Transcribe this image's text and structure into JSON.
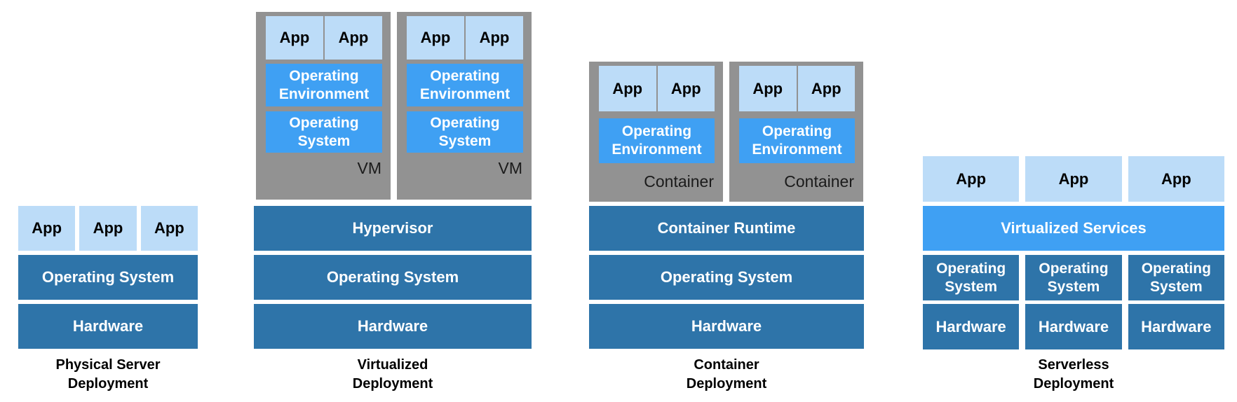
{
  "colors": {
    "light_blue": "#BCDCF8",
    "mid_blue": "#3FA0F3",
    "dark_blue": "#2E74A9",
    "gray": "#929292",
    "caption_text": "#000000",
    "box_label_text": "#1B1B1B"
  },
  "physical": {
    "apps": [
      "App",
      "App",
      "App"
    ],
    "os": "Operating System",
    "hardware": "Hardware",
    "caption": [
      "Physical Server",
      "Deployment"
    ]
  },
  "virtualized": {
    "vms": [
      {
        "apps": [
          "App",
          "App"
        ],
        "env": "Operating Environment",
        "os": "Operating System",
        "label": "VM"
      },
      {
        "apps": [
          "App",
          "App"
        ],
        "env": "Operating Environment",
        "os": "Operating System",
        "label": "VM"
      }
    ],
    "hypervisor": "Hypervisor",
    "os": "Operating System",
    "hardware": "Hardware",
    "caption": [
      "Virtualized",
      "Deployment"
    ]
  },
  "container": {
    "containers": [
      {
        "apps": [
          "App",
          "App"
        ],
        "env": "Operating Environment",
        "label": "Container"
      },
      {
        "apps": [
          "App",
          "App"
        ],
        "env": "Operating Environment",
        "label": "Container"
      }
    ],
    "runtime": "Container Runtime",
    "os": "Operating System",
    "hardware": "Hardware",
    "caption": [
      "Container",
      "Deployment"
    ]
  },
  "serverless": {
    "apps": [
      "App",
      "App",
      "App"
    ],
    "services": "Virtualized Services",
    "stacks": [
      {
        "os": "Operating System",
        "hardware": "Hardware"
      },
      {
        "os": "Operating System",
        "hardware": "Hardware"
      },
      {
        "os": "Operating System",
        "hardware": "Hardware"
      }
    ],
    "caption": [
      "Serverless",
      "Deployment"
    ]
  }
}
